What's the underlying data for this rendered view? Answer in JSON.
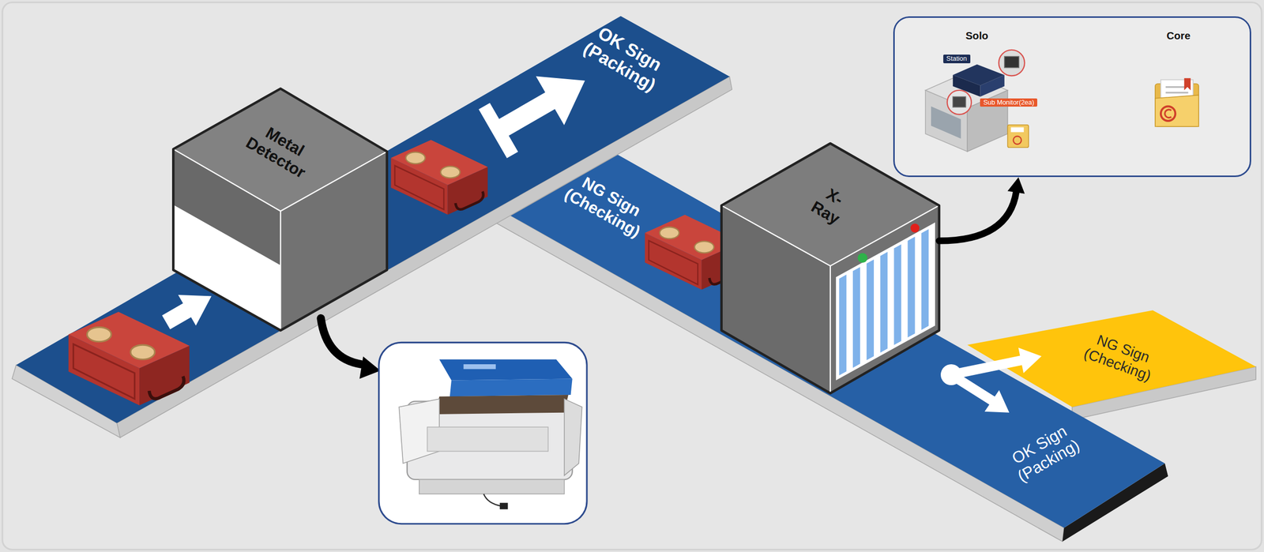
{
  "diagram": {
    "nodes": [
      {
        "text": [
          "Metal Detector"
        ]
      },
      {
        "text": [
          "OK Sign (Packing)"
        ]
      },
      {
        "text": [
          "NG Sign (Checking)"
        ]
      },
      {
        "text": [
          "X-Ray"
        ]
      },
      {
        "text": [
          "NG Sign (Checking)"
        ]
      },
      {
        "text": [
          "OK Sign (Packing)"
        ]
      },
      {
        "text": [
          "Solo",
          "Core"
        ]
      },
      {
        "text": [
          "Station"
        ],
        "in": 6
      },
      {
        "text": [
          "Sub Monitor(2ea)"
        ],
        "in": 6
      }
    ],
    "edges": [
      {
        "from": 3,
        "to": 6,
        "arrow": "to"
      }
    ]
  }
}
